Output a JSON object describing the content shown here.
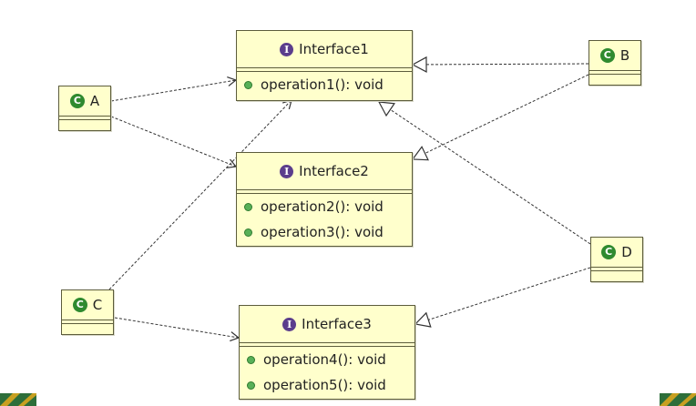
{
  "interfaces": [
    {
      "name": "Interface1",
      "operations": [
        "operation1(): void"
      ]
    },
    {
      "name": "Interface2",
      "operations": [
        "operation2(): void",
        "operation3(): void"
      ]
    },
    {
      "name": "Interface3",
      "operations": [
        "operation4(): void",
        "operation5(): void"
      ]
    }
  ],
  "classes": [
    {
      "name": "A"
    },
    {
      "name": "B"
    },
    {
      "name": "C"
    },
    {
      "name": "D"
    }
  ],
  "icons": {
    "interface_icon_letter": "I",
    "class_icon_letter": "C",
    "interface_icon": "interface-icon",
    "class_icon": "class-icon",
    "operation_icon": "public-method-icon"
  },
  "relationships": [
    {
      "from": "A",
      "to": "Interface1",
      "kind": "dependency"
    },
    {
      "from": "A",
      "to": "Interface2",
      "kind": "dependency"
    },
    {
      "from": "C",
      "to": "Interface1",
      "kind": "dependency"
    },
    {
      "from": "C",
      "to": "Interface3",
      "kind": "dependency"
    },
    {
      "from": "B",
      "to": "Interface1",
      "kind": "realization"
    },
    {
      "from": "B",
      "to": "Interface2",
      "kind": "realization"
    },
    {
      "from": "D",
      "to": "Interface1",
      "kind": "realization"
    },
    {
      "from": "D",
      "to": "Interface3",
      "kind": "realization"
    }
  ],
  "colors": {
    "box_fill": "#ffffcc",
    "box_border": "#5c5c3c",
    "interface_icon": "#5b3d8c",
    "class_icon": "#2f8a2f",
    "operation_dot": "#58b058",
    "line": "#333333",
    "corner_gold": "#c8a020",
    "corner_green": "#2d6e3a"
  }
}
